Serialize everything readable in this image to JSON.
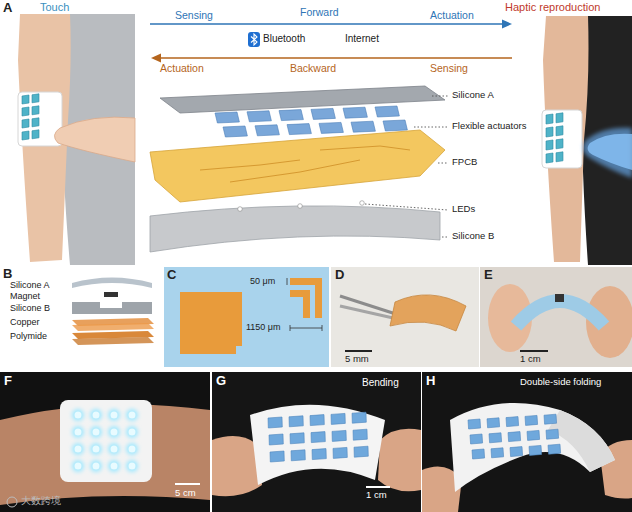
{
  "diagram": {
    "labels": [
      "A",
      "Touch",
      "Haptic reproduction",
      "Sensing",
      "Forward",
      "Actuation",
      "Bluetooth",
      "Internet",
      "Actuation",
      "Backward",
      "Sensing",
      "Silicone A",
      "Flexible actuators",
      "FPCB",
      "LEDs",
      "Silicone B",
      "B",
      "Silicone A",
      "Magnet",
      "Silicone B",
      "Copper",
      "Polymide",
      "C",
      "50 μm",
      "1150 μm",
      "D",
      "5 mm",
      "E",
      "1 cm",
      "F",
      "5 cm",
      "G",
      "Bending",
      "1 cm",
      "H",
      "Double-side folding",
      "大数跨境"
    ]
  }
}
